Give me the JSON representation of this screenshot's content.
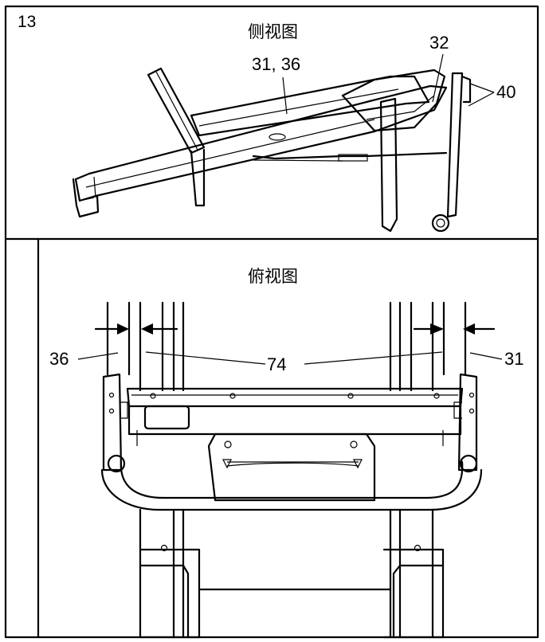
{
  "step_number": "13",
  "side_view": {
    "title": "侧视图",
    "callouts": {
      "c1": "31, 36",
      "c2": "32",
      "c3": "40"
    }
  },
  "top_view": {
    "title": "俯视图",
    "callouts": {
      "left": "36",
      "center": "74",
      "right": "31"
    }
  }
}
